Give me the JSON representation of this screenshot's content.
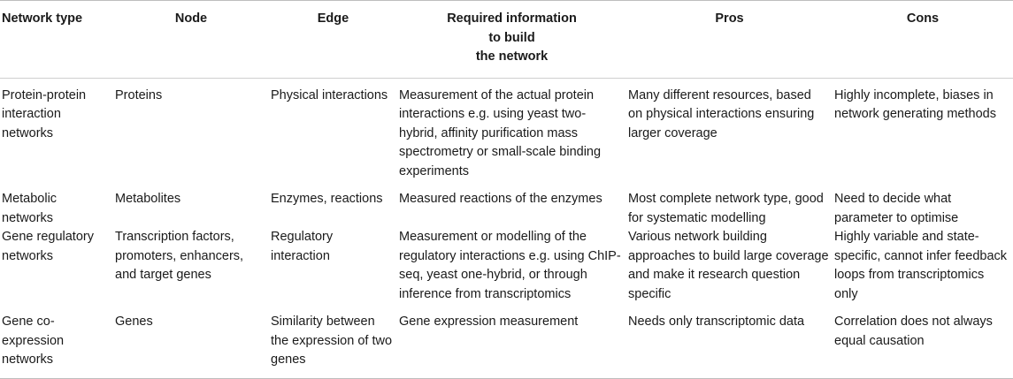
{
  "table": {
    "headers": [
      "Network type",
      "Node",
      "Edge",
      "Required information\nto build\nthe network",
      "Pros",
      "Cons"
    ],
    "rows": [
      [
        "Protein-protein interaction networks",
        "Proteins",
        "Physical interactions",
        "Measurement of the actual protein interactions e.g. using yeast two-hybrid, affinity purification mass spectrometry or small-scale binding experiments",
        "Many different resources, based on physical interactions ensuring larger coverage",
        "Highly incomplete, biases in network generating methods"
      ],
      [
        "Metabolic networks",
        "Metabolites",
        "Enzymes, reactions",
        "Measured reactions of the enzymes",
        "Most complete network type, good for systematic modelling",
        "Need to decide what parameter to optimise"
      ],
      [
        "Gene regulatory networks",
        "Transcription factors, promoters, enhancers, and target genes",
        "Regulatory interaction",
        "Measurement or modelling of the regulatory interactions e.g. using ChIP-seq, yeast one-hybrid, or through inference from transcriptomics",
        "Various network building approaches to build large coverage and make it research question specific",
        "Highly variable and state-specific, cannot infer feedback loops from transcriptomics only"
      ],
      [
        "Gene co-expression networks",
        "Genes",
        "Similarity between the expression of two genes",
        "Gene expression measurement",
        "Needs only transcriptomic data",
        "Correlation does not always equal causation"
      ]
    ]
  }
}
